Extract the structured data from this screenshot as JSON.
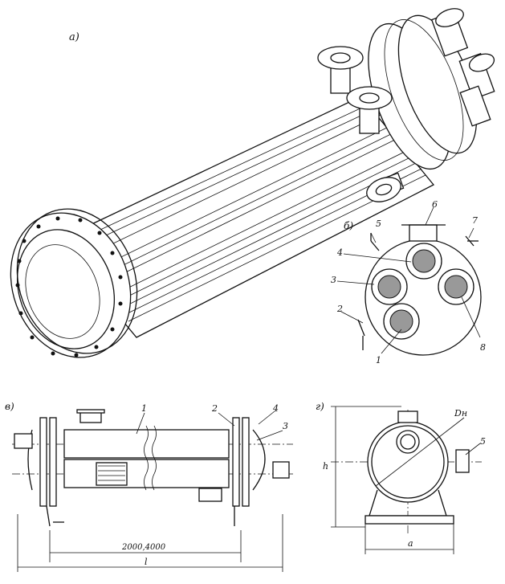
{
  "panels": {
    "a": {
      "label": "а)"
    },
    "b": {
      "label": "б)",
      "callouts": [
        "1",
        "2",
        "3",
        "4",
        "5",
        "6",
        "7",
        "8"
      ]
    },
    "v": {
      "label": "в)",
      "callouts": [
        "1",
        "2",
        "3",
        "4"
      ],
      "dim_tube_length": "2000,4000",
      "dim_total": "l"
    },
    "g": {
      "label": "г)",
      "callout": "5",
      "dim_diameter": "Dн",
      "dim_height": "h",
      "dim_width": "a"
    }
  }
}
